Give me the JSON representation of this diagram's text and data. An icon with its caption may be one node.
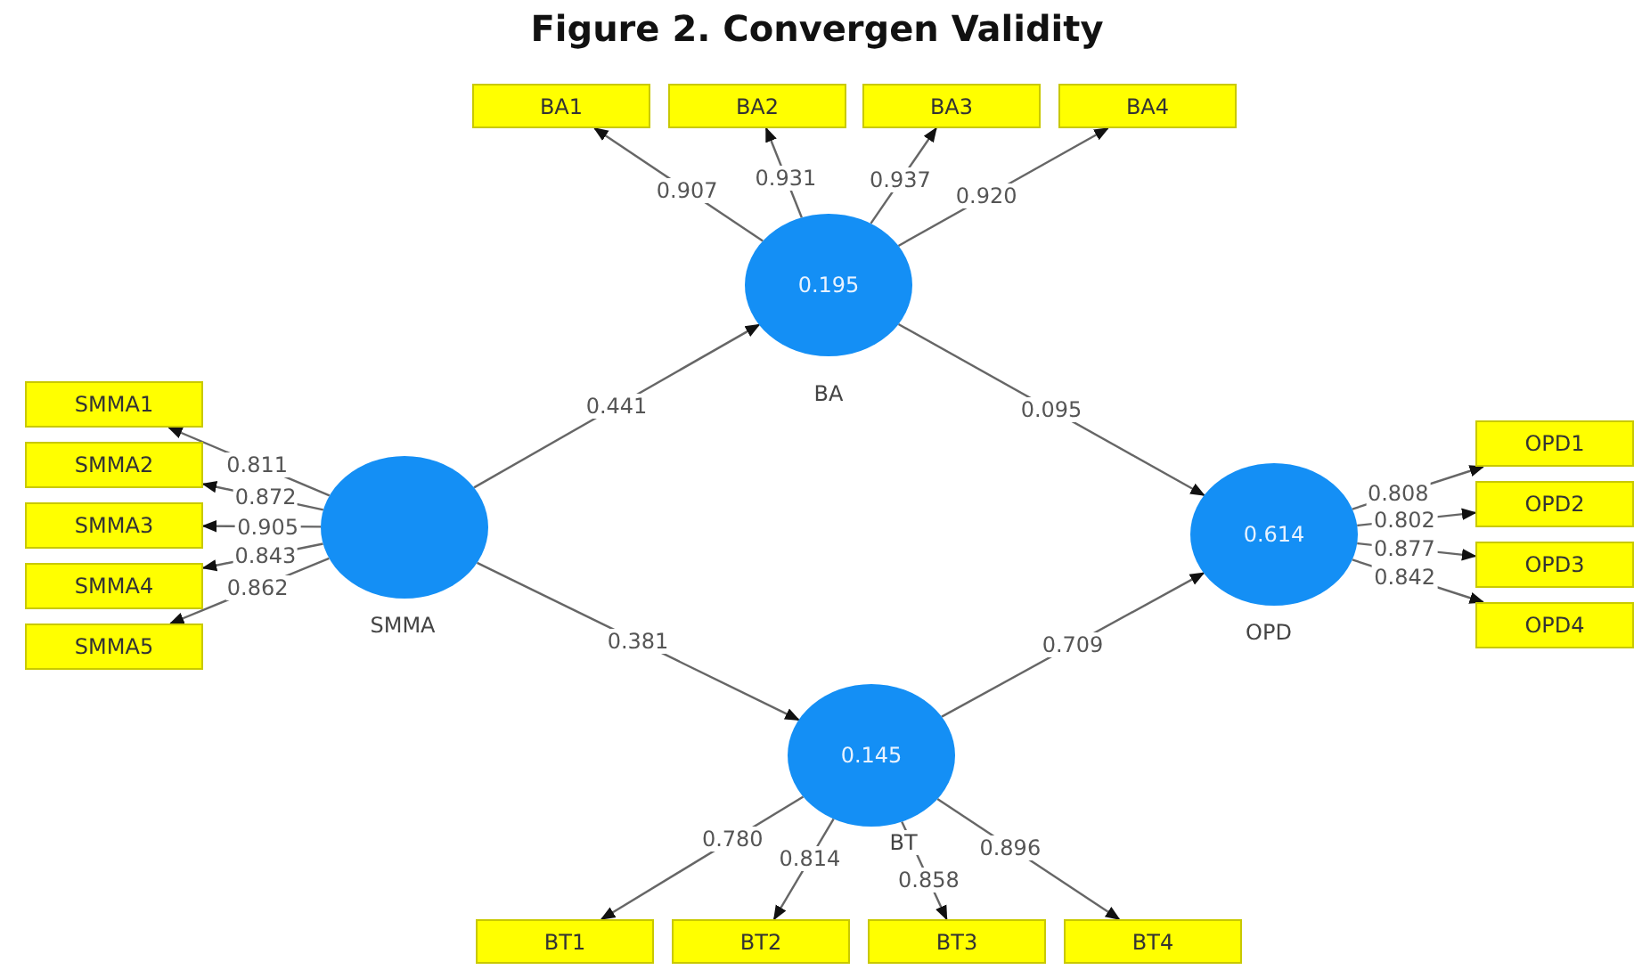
{
  "diagram": {
    "title": "Figure 2. Convergen Validity",
    "nodes": [
      {
        "text": [
          "BA1"
        ]
      },
      {
        "text": [
          "BA2"
        ]
      },
      {
        "text": [
          "BA3"
        ]
      },
      {
        "text": [
          "BA4"
        ]
      },
      {
        "text": [
          "0.195",
          "BA"
        ]
      },
      {
        "text": [
          "SMMA1"
        ]
      },
      {
        "text": [
          "SMMA2"
        ]
      },
      {
        "text": [
          "SMMA3"
        ]
      },
      {
        "text": [
          "SMMA4"
        ]
      },
      {
        "text": [
          "SMMA5"
        ]
      },
      {
        "text": [
          "SMMA"
        ]
      },
      {
        "text": [
          "0.614",
          "OPD"
        ]
      },
      {
        "text": [
          "OPD1"
        ]
      },
      {
        "text": [
          "OPD2"
        ]
      },
      {
        "text": [
          "OPD3"
        ]
      },
      {
        "text": [
          "OPD4"
        ]
      },
      {
        "text": [
          "0.145",
          "BT"
        ]
      },
      {
        "text": [
          "BT1"
        ]
      },
      {
        "text": [
          "BT2"
        ]
      },
      {
        "text": [
          "BT3"
        ]
      },
      {
        "text": [
          "BT4"
        ]
      }
    ],
    "edges": [
      {
        "from": 4,
        "to": 0,
        "arrow": "to",
        "label": "0.907"
      },
      {
        "from": 4,
        "to": 1,
        "arrow": "to",
        "label": "0.931"
      },
      {
        "from": 4,
        "to": 2,
        "arrow": "to",
        "label": "0.937"
      },
      {
        "from": 4,
        "to": 3,
        "arrow": "to",
        "label": "0.920"
      },
      {
        "from": 10,
        "to": 5,
        "arrow": "to",
        "label": "0.811"
      },
      {
        "from": 10,
        "to": 6,
        "arrow": "to",
        "label": "0.872"
      },
      {
        "from": 10,
        "to": 7,
        "arrow": "to",
        "label": "0.905"
      },
      {
        "from": 10,
        "to": 8,
        "arrow": "to",
        "label": "0.843"
      },
      {
        "from": 10,
        "to": 9,
        "arrow": "to",
        "label": "0.862"
      },
      {
        "from": 10,
        "to": 4,
        "arrow": "to",
        "label": "0.441"
      },
      {
        "from": 4,
        "to": 11,
        "arrow": "to",
        "label": "0.095"
      },
      {
        "from": 10,
        "to": 16,
        "arrow": "to",
        "label": "0.381"
      },
      {
        "from": 16,
        "to": 11,
        "arrow": "to",
        "label": "0.709"
      },
      {
        "from": 11,
        "to": 12,
        "arrow": "to",
        "label": "0.808"
      },
      {
        "from": 11,
        "to": 13,
        "arrow": "to",
        "label": "0.802"
      },
      {
        "from": 11,
        "to": 14,
        "arrow": "to",
        "label": "0.877"
      },
      {
        "from": 11,
        "to": 15,
        "arrow": "to",
        "label": "0.842"
      },
      {
        "from": 16,
        "to": 17,
        "arrow": "to",
        "label": "0.780"
      },
      {
        "from": 16,
        "to": 18,
        "arrow": "to",
        "label": "0.814"
      },
      {
        "from": 16,
        "to": 19,
        "arrow": "to",
        "label": "0.858"
      },
      {
        "from": 16,
        "to": 20,
        "arrow": "to",
        "label": "0.896"
      }
    ]
  }
}
